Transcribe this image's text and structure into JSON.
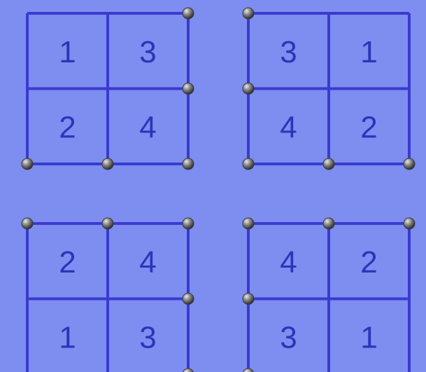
{
  "colors": {
    "background": "#7d8ef0",
    "grid_line": "#3a3ad0",
    "cell_number": "#2b35b8",
    "peg": "#6e6e6e"
  },
  "panels": [
    {
      "cells": [
        [
          "1",
          "3"
        ],
        [
          "2",
          "4"
        ]
      ],
      "pegs": [
        "top-right",
        "middle-right",
        "bottom-left",
        "bottom-center",
        "bottom-right"
      ]
    },
    {
      "cells": [
        [
          "3",
          "1"
        ],
        [
          "4",
          "2"
        ]
      ],
      "pegs": [
        "top-left",
        "middle-left",
        "bottom-left",
        "bottom-center",
        "bottom-right"
      ]
    },
    {
      "cells": [
        [
          "2",
          "4"
        ],
        [
          "1",
          "3"
        ]
      ],
      "pegs": [
        "top-left",
        "top-center",
        "top-right",
        "middle-right",
        "bottom-right"
      ]
    },
    {
      "cells": [
        [
          "4",
          "2"
        ],
        [
          "3",
          "1"
        ]
      ],
      "pegs": [
        "top-left",
        "top-center",
        "top-right",
        "middle-left",
        "bottom-left"
      ]
    }
  ]
}
